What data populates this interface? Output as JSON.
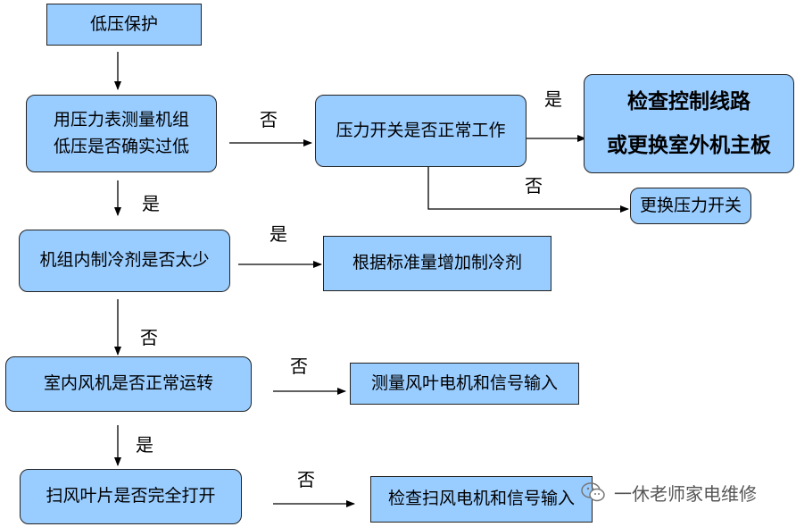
{
  "nodes": {
    "start": "低压保护",
    "q_pressure": [
      "用压力表测量机组",
      "低压是否确实过低"
    ],
    "q_switch": "压力开关是否正常工作",
    "a_check_line": [
      "检查控制线路",
      "或更换室外机主板"
    ],
    "a_replace_switch": "更换压力开关",
    "q_refrigerant": "机组内制冷剂是否太少",
    "a_add_refrigerant": "根据标准量增加制冷剂",
    "q_indoor_fan": "室内风机是否正常运转",
    "a_measure_fan": "测量风叶电机和信号输入",
    "q_louver": "扫风叶片是否完全打开",
    "a_check_louver": "检查扫风电机和信号输入"
  },
  "labels": {
    "no_pressure": "否",
    "yes_switch": "是",
    "no_switch": "否",
    "yes_pressure": "是",
    "yes_refrigerant": "是",
    "no_refrigerant": "否",
    "no_fan": "否",
    "yes_fan": "是",
    "no_louver": "否"
  },
  "watermark": "一休老师家电维修",
  "colors": {
    "box_fill": "#99ccff",
    "stroke": "#000000"
  }
}
